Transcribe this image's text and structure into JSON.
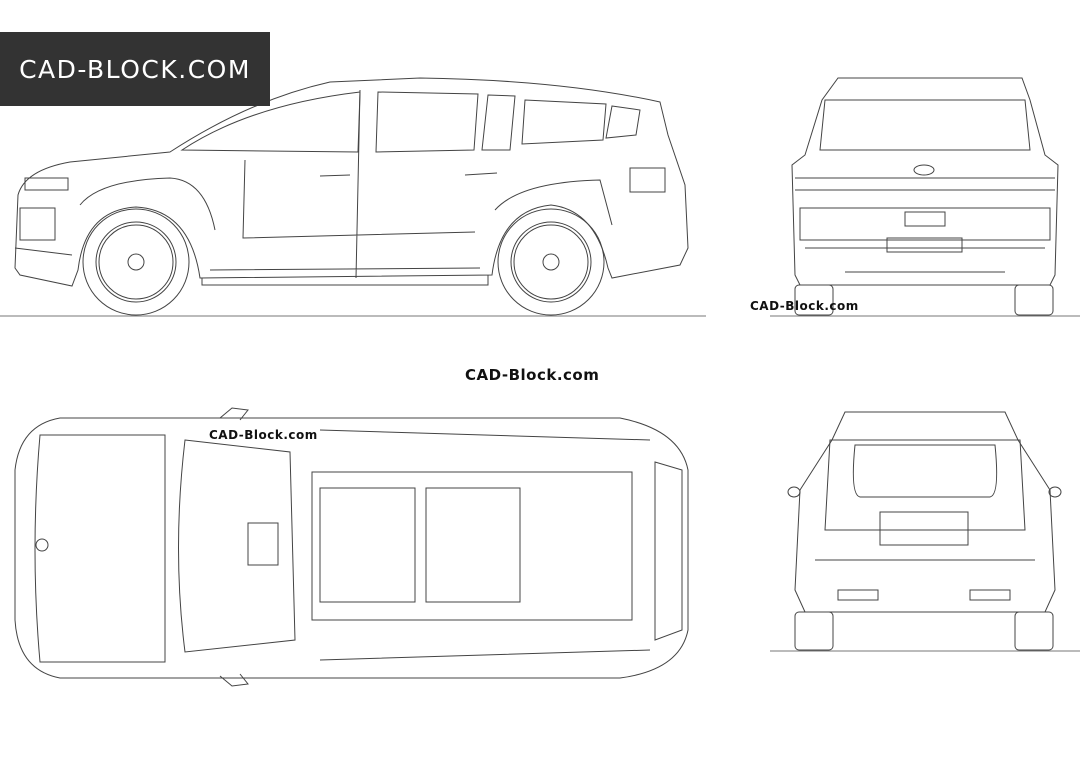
{
  "logo": {
    "text": "CAD-BLOCK.COM"
  },
  "watermarks": [
    "CAD-Block.com",
    "CAD-Block.com",
    "CAD-Block.com"
  ],
  "colors": {
    "logo_bg": "#333333",
    "line": "#444444",
    "background": "#ffffff"
  }
}
